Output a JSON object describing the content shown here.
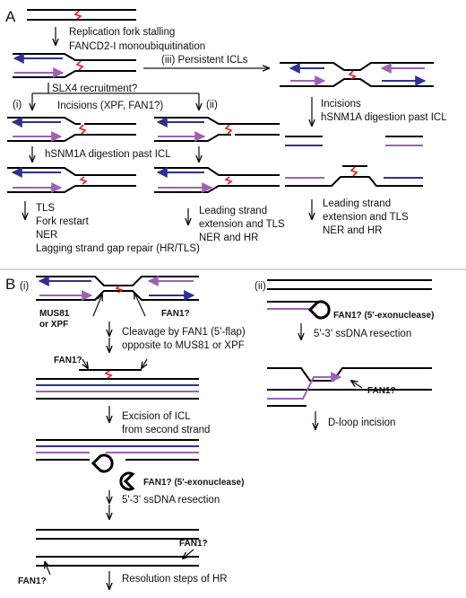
{
  "panel_a": {
    "label": "A",
    "step_fork": "Replication fork stalling",
    "step_fancd2": "FANCD2-I monoubiquitination",
    "step_iii": "(iii) Persistent ICLs",
    "step_slx4": "SLX4 recruitment?",
    "step_i": "(i)",
    "step_incisions": "Incisions (XPF, FAN1?)",
    "step_ii": "(ii)",
    "iii_incisions": "Incisions",
    "iii_hsnm1a": "hSNM1A digestion past ICL",
    "hsnm1a": "hSNM1A digestion past ICL",
    "i_outcomes": [
      "TLS",
      "Fork restart",
      "NER",
      "Lagging strand gap repair (HR/TLS)"
    ],
    "ii_outcomes": [
      "Leading strand",
      "extension and TLS",
      "NER and HR"
    ],
    "iii_outcomes": [
      "Leading strand",
      "extension and TLS",
      "NER and HR"
    ]
  },
  "panel_b": {
    "label": "B",
    "sub_i": "(i)",
    "sub_ii": "(ii)",
    "mus81": "MUS81",
    "or_xpf": "or XPF",
    "fan1q": "FAN1?",
    "cleavage_1": "Cleavage by FAN1 (5'-flap)",
    "cleavage_2": "opposite to MUS81 or XPF",
    "fan1_top": "FAN1?",
    "excision_1": "Excision of ICL",
    "excision_2": "from second strand",
    "fan1_exo": "FAN1? (5'-exonuclease)",
    "resection": "5'-3' ssDNA resection",
    "fan1_right": "FAN1?",
    "fan1_left": "FAN1?",
    "resolution": "Resolution steps of HR",
    "ii_fan1_exo": "FAN1? (5'-exonuclease)",
    "ii_resection": "5'-3' ssDNA resection",
    "ii_fan1": "FAN1?",
    "dloop": "D-loop incision"
  },
  "colors": {
    "dna": "#000000",
    "nascent_blue": "#2e3192",
    "nascent_purple": "#9b62b8",
    "icl_red": "#e02020",
    "divider": "#aaaaaa"
  }
}
